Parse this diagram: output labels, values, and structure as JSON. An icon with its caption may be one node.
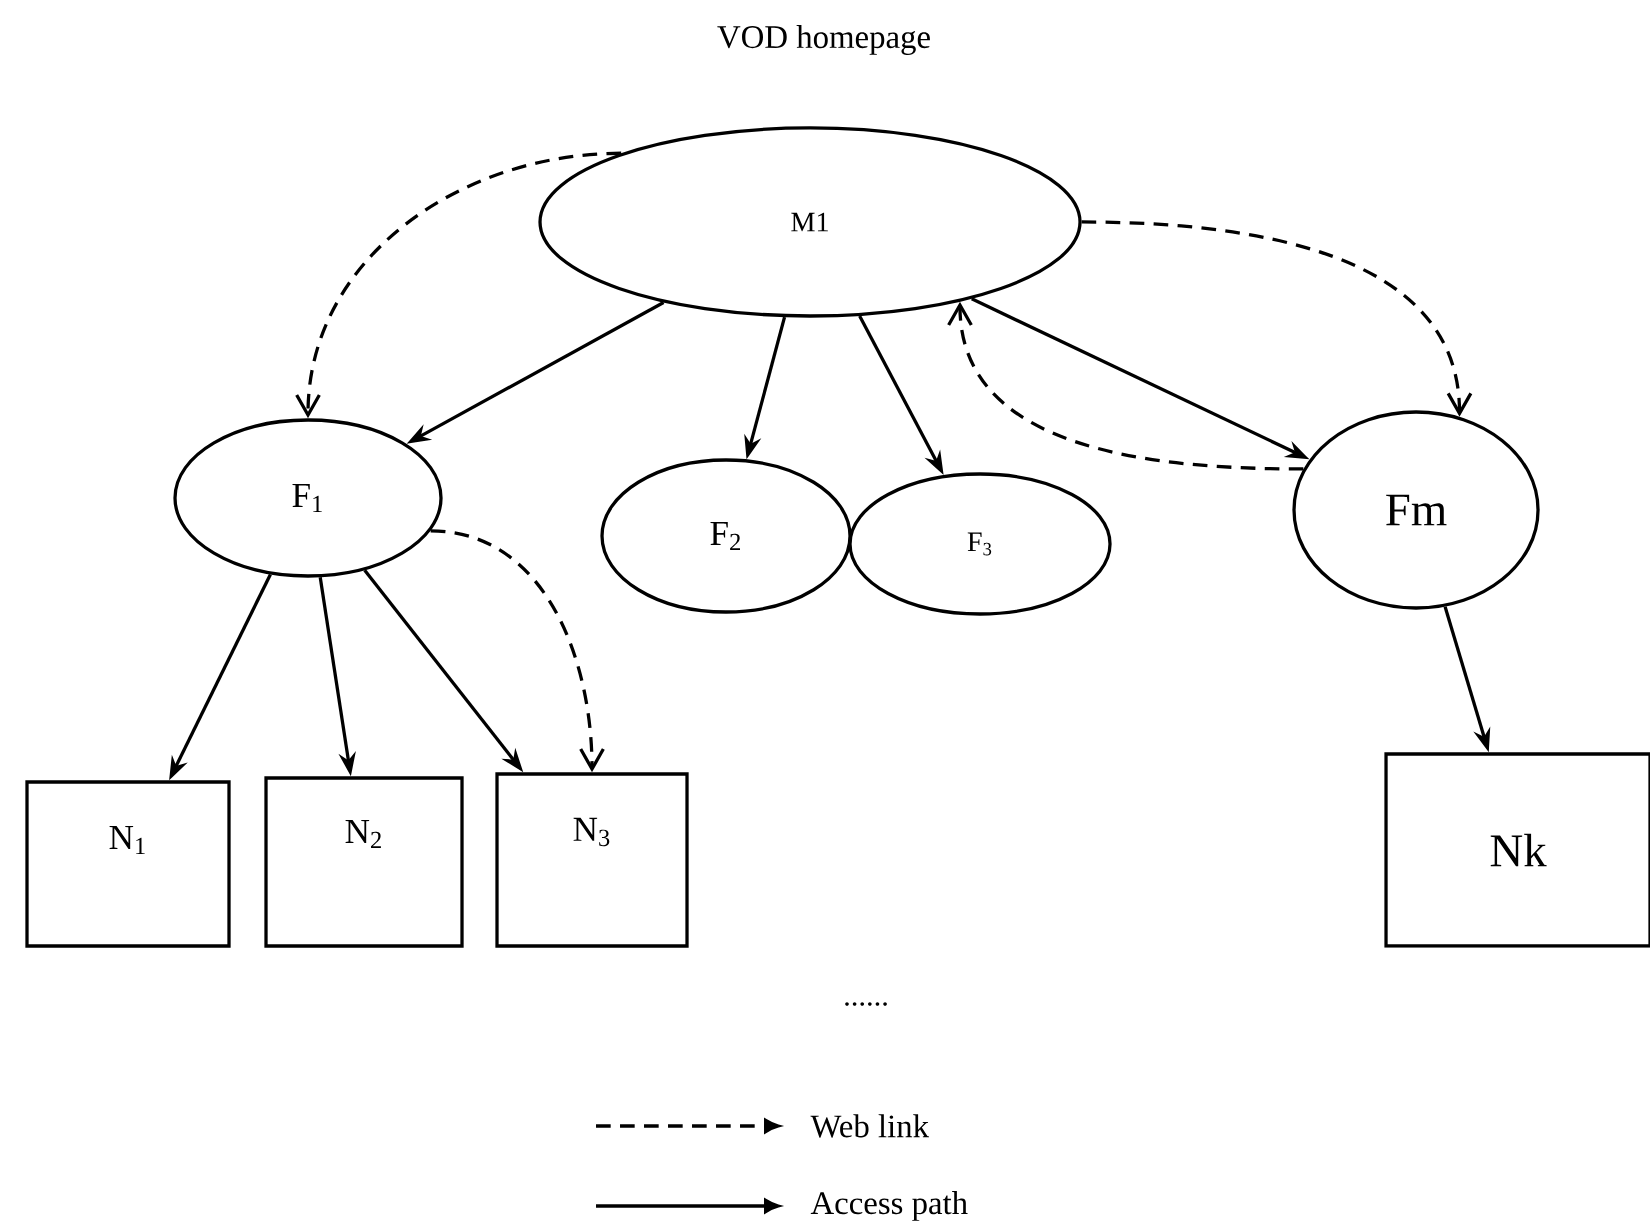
{
  "diagram": {
    "title": "VOD homepage",
    "nodes": [
      {
        "text": [
          "M1"
        ]
      },
      {
        "text": [
          "F$_{1}$"
        ]
      },
      {
        "text": [
          "F$_{2}$"
        ]
      },
      {
        "text": [
          "F$_{3}$"
        ]
      },
      {
        "text": [
          "Fm"
        ]
      },
      {
        "text": [
          "N$_{1}$"
        ]
      },
      {
        "text": [
          "N$_{2}$"
        ]
      },
      {
        "text": [
          "N$_{3}$"
        ]
      },
      {
        "text": [
          "Nk"
        ]
      }
    ],
    "edges": [
      {
        "from": 0,
        "to": 1,
        "arrow": "to"
      },
      {
        "from": 0,
        "to": 2,
        "arrow": "to"
      },
      {
        "from": 0,
        "to": 3,
        "arrow": "to"
      },
      {
        "from": 0,
        "to": 4,
        "arrow": "to"
      },
      {
        "from": 1,
        "to": 5,
        "arrow": "to"
      },
      {
        "from": 1,
        "to": 6,
        "arrow": "to"
      },
      {
        "from": 1,
        "to": 7,
        "arrow": "to"
      },
      {
        "from": 4,
        "to": 8,
        "arrow": "to"
      },
      {
        "from": 0,
        "to": 1,
        "arrow": "to",
        "style": "dashed"
      },
      {
        "from": 1,
        "to": 7,
        "arrow": "to",
        "style": "dashed"
      },
      {
        "from": 0,
        "to": 4,
        "arrow": "to",
        "style": "dashed"
      },
      {
        "from": 4,
        "to": 0,
        "arrow": "to",
        "style": "dashed"
      }
    ],
    "labels": [
      "......"
    ],
    "legend": [
      {
        "text": "Web link"
      },
      {
        "text": "Access path"
      }
    ]
  }
}
